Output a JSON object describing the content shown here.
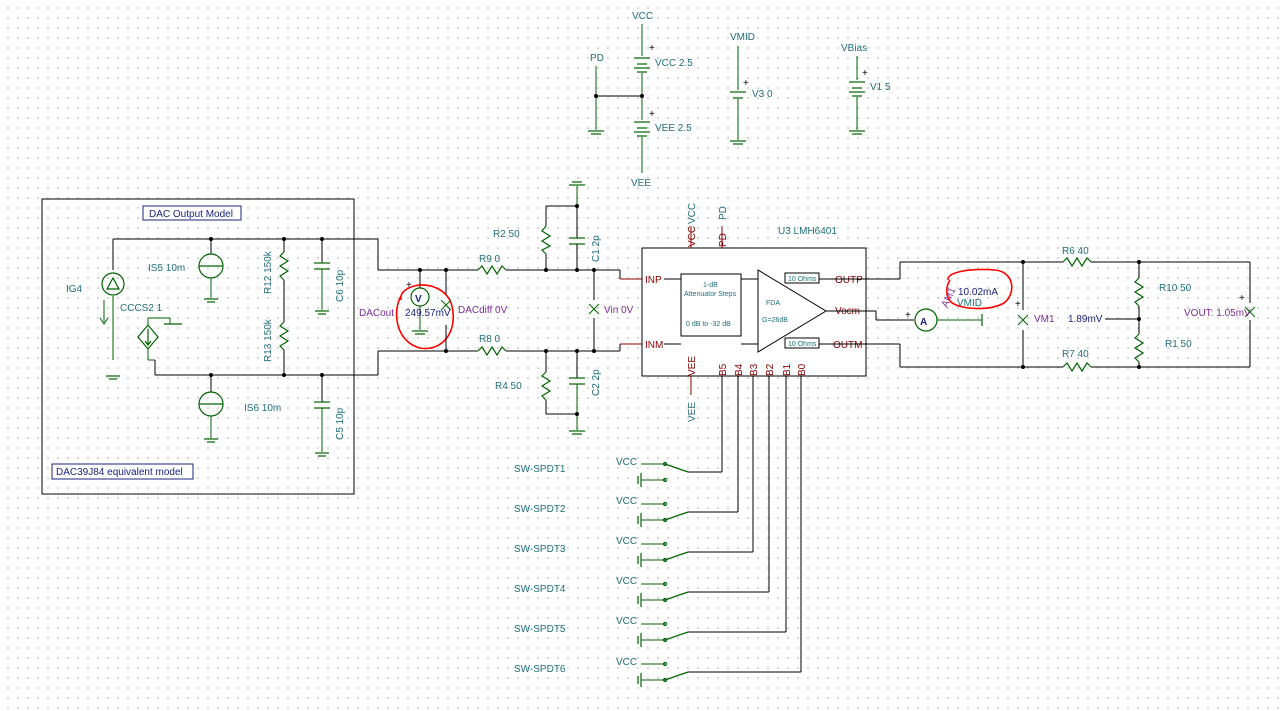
{
  "nets": {
    "vcc": "VCC",
    "vee": "VEE",
    "vmid": "VMID",
    "vbias": "VBias",
    "pd": "PD"
  },
  "sources": {
    "vcc": "VCC 2.5",
    "vee": "VEE 2.5",
    "v3": "V3 0",
    "v1": "V1 5"
  },
  "dac": {
    "title": "DAC Output Model",
    "footer": "DAC39J84 equivalent model",
    "ig4": "IG4",
    "is5": "IS5 10m",
    "is6": "IS6 10m",
    "cccs": "CCCS2 1",
    "r12": "R12 150k",
    "r13": "R13 150k",
    "c6": "C6 10p",
    "c5": "C5 10p"
  },
  "meters": {
    "dacout_label": "DACout",
    "dacout_value": "249.57mV",
    "dacdiff": "DACdiff  0V",
    "vin": "Vin  0V",
    "am1": "AM1",
    "am1_value": "10.02mA",
    "vmid_under": "VMID",
    "vm1": "VM1",
    "vm1_value": "1.89mV",
    "vout": "VOUT:  1.05mV"
  },
  "passives": {
    "r2": "R2 50",
    "r9": "R9 0",
    "r8": "R8 0",
    "r4": "R4 50",
    "c1": "C1 2p",
    "c2": "C2 2p",
    "r6": "R6 40",
    "r7": "R7 40",
    "r10": "R10 50",
    "r1": "R1 50"
  },
  "amp": {
    "name": "U3 LMH6401",
    "pins": {
      "inp": "INP",
      "inm": "INM",
      "outp": "OUTP",
      "outm": "OUTM",
      "vocm": "Vocm",
      "vcc": "VCC",
      "pd": "PD",
      "vee": "VEE",
      "b5": "B5",
      "b4": "B4",
      "b3": "B3",
      "b2": "B2",
      "b1": "B1",
      "b0": "B0"
    },
    "atten_line1": "1-dB",
    "atten_line2": "Attenuator Steps",
    "atten_line3": "0 dB to -32 dB",
    "fda": "FDA",
    "gain": "G=26dB",
    "r_top": "10 Ohms",
    "r_bot": "10 Ohms"
  },
  "switches": [
    {
      "name": "SW-SPDT1",
      "supply": "VCC"
    },
    {
      "name": "SW-SPDT2",
      "supply": "VCC"
    },
    {
      "name": "SW-SPDT3",
      "supply": "VCC"
    },
    {
      "name": "SW-SPDT4",
      "supply": "VCC"
    },
    {
      "name": "SW-SPDT5",
      "supply": "VCC"
    },
    {
      "name": "SW-SPDT6",
      "supply": "VCC"
    }
  ]
}
